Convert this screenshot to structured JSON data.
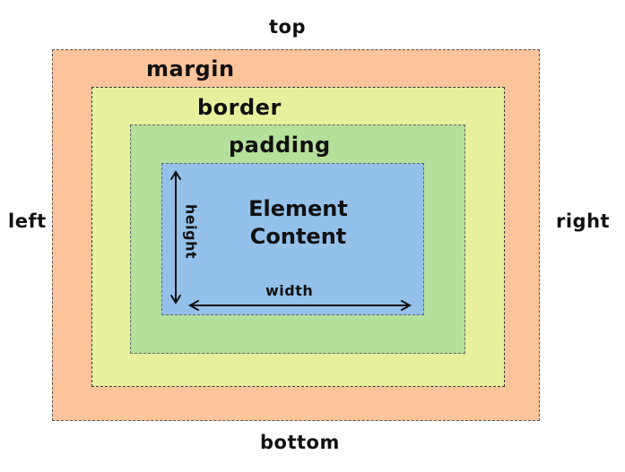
{
  "labels": {
    "top": "top",
    "bottom": "bottom",
    "left": "left",
    "right": "right"
  },
  "layers": {
    "margin": "margin",
    "border": "border",
    "padding": "padding"
  },
  "content": {
    "line1": "Element",
    "line2": "Content",
    "width": "width",
    "height": "height"
  },
  "colors": {
    "margin": "#fbc49b",
    "border": "#e9f09d",
    "padding": "#b4e09b",
    "content": "#94c1ea"
  }
}
